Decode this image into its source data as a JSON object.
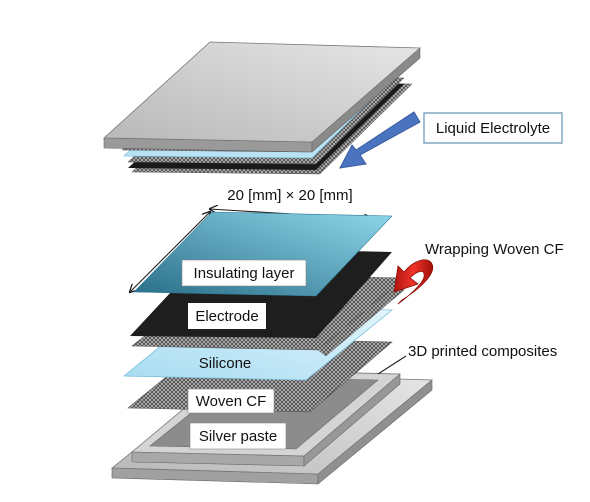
{
  "labels": {
    "liquid_electrolyte": "Liquid Electrolyte",
    "dimension": "20 [mm] × 20 [mm]",
    "wrapping_woven_cf": "Wrapping Woven CF",
    "printed_composites": "3D printed composites"
  },
  "layers": {
    "insulating": "Insulating layer",
    "electrode": "Electrode",
    "silicone": "Silicone",
    "woven_cf": "Woven CF",
    "silver_paste": "Silver paste"
  },
  "colors": {
    "gray_top": "#c8c8c8",
    "gray_side": "#a8a8a8",
    "insulating_dark": "#2a6f89",
    "insulating_light": "#8fd6ea",
    "electrode": "#222222",
    "silicone_dark": "#9dd6ef",
    "silicone_light": "#d6f0fb",
    "arrow_blue": "#4a73c0",
    "arrow_red": "#e0231c",
    "callout_border": "#7fa9c6"
  }
}
